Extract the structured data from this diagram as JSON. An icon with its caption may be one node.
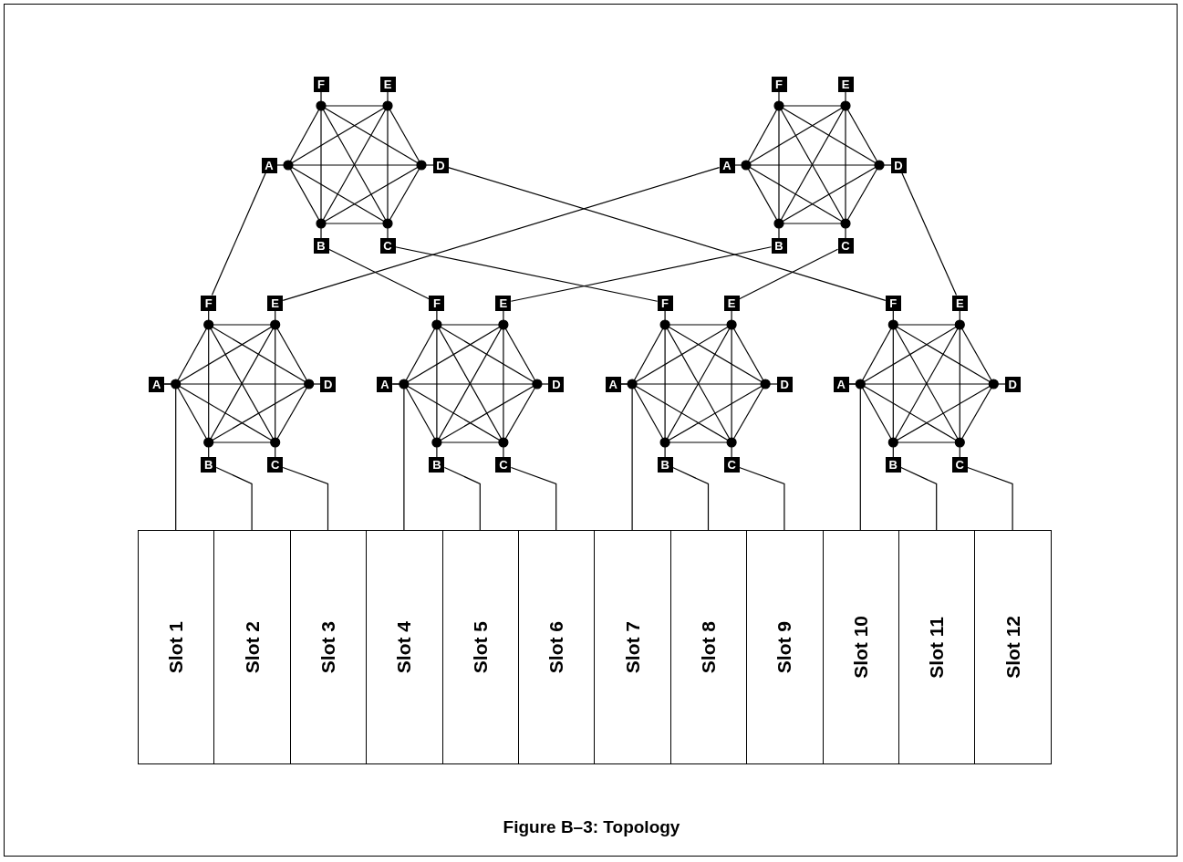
{
  "diagram": {
    "caption": "Figure B–3: Topology",
    "nodes": [
      {
        "text": [
          "F"
        ]
      },
      {
        "text": [
          "E"
        ]
      },
      {
        "text": [
          "A"
        ]
      },
      {
        "text": [
          "D"
        ]
      },
      {
        "text": [
          "B"
        ]
      },
      {
        "text": [
          "C"
        ]
      },
      {
        "text": [
          "F"
        ]
      },
      {
        "text": [
          "E"
        ]
      },
      {
        "text": [
          "A"
        ]
      },
      {
        "text": [
          "D"
        ]
      },
      {
        "text": [
          "B"
        ]
      },
      {
        "text": [
          "C"
        ]
      },
      {
        "text": [
          "F"
        ]
      },
      {
        "text": [
          "E"
        ]
      },
      {
        "text": [
          "A"
        ]
      },
      {
        "text": [
          "D"
        ]
      },
      {
        "text": [
          "B"
        ]
      },
      {
        "text": [
          "C"
        ]
      },
      {
        "text": [
          "F"
        ]
      },
      {
        "text": [
          "E"
        ]
      },
      {
        "text": [
          "A"
        ]
      },
      {
        "text": [
          "D"
        ]
      },
      {
        "text": [
          "B"
        ]
      },
      {
        "text": [
          "C"
        ]
      },
      {
        "text": [
          "F"
        ]
      },
      {
        "text": [
          "E"
        ]
      },
      {
        "text": [
          "A"
        ]
      },
      {
        "text": [
          "D"
        ]
      },
      {
        "text": [
          "B"
        ]
      },
      {
        "text": [
          "C"
        ]
      },
      {
        "text": [
          "F"
        ]
      },
      {
        "text": [
          "E"
        ]
      },
      {
        "text": [
          "A"
        ]
      },
      {
        "text": [
          "D"
        ]
      },
      {
        "text": [
          "B"
        ]
      },
      {
        "text": [
          "C"
        ]
      },
      {
        "text": [
          "Slot 1"
        ]
      },
      {
        "text": [
          "Slot 2"
        ]
      },
      {
        "text": [
          "Slot 3"
        ]
      },
      {
        "text": [
          "Slot 4"
        ]
      },
      {
        "text": [
          "Slot 5"
        ]
      },
      {
        "text": [
          "Slot 6"
        ]
      },
      {
        "text": [
          "Slot 7"
        ]
      },
      {
        "text": [
          "Slot 8"
        ]
      },
      {
        "text": [
          "Slot 9"
        ]
      },
      {
        "text": [
          "Slot 10"
        ]
      },
      {
        "text": [
          "Slot 11"
        ]
      },
      {
        "text": [
          "Slot 12"
        ]
      }
    ],
    "edges": [
      {
        "from": 2,
        "to": 12,
        "arrow": "none"
      },
      {
        "from": 3,
        "to": 30,
        "arrow": "none"
      },
      {
        "from": 4,
        "to": 18,
        "arrow": "none"
      },
      {
        "from": 5,
        "to": 24,
        "arrow": "none"
      },
      {
        "from": 8,
        "to": 13,
        "arrow": "none"
      },
      {
        "from": 10,
        "to": 19,
        "arrow": "none"
      },
      {
        "from": 11,
        "to": 25,
        "arrow": "none"
      },
      {
        "from": 9,
        "to": 31,
        "arrow": "none"
      },
      {
        "from": 14,
        "to": 36,
        "arrow": "none"
      },
      {
        "from": 16,
        "to": 37,
        "arrow": "none"
      },
      {
        "from": 17,
        "to": 38,
        "arrow": "none"
      },
      {
        "from": 20,
        "to": 39,
        "arrow": "none"
      },
      {
        "from": 22,
        "to": 40,
        "arrow": "none"
      },
      {
        "from": 23,
        "to": 41,
        "arrow": "none"
      },
      {
        "from": 26,
        "to": 42,
        "arrow": "none"
      },
      {
        "from": 28,
        "to": 43,
        "arrow": "none"
      },
      {
        "from": 29,
        "to": 44,
        "arrow": "none"
      },
      {
        "from": 32,
        "to": 45,
        "arrow": "none"
      },
      {
        "from": 34,
        "to": 46,
        "arrow": "none"
      },
      {
        "from": 35,
        "to": 47,
        "arrow": "none"
      }
    ]
  }
}
